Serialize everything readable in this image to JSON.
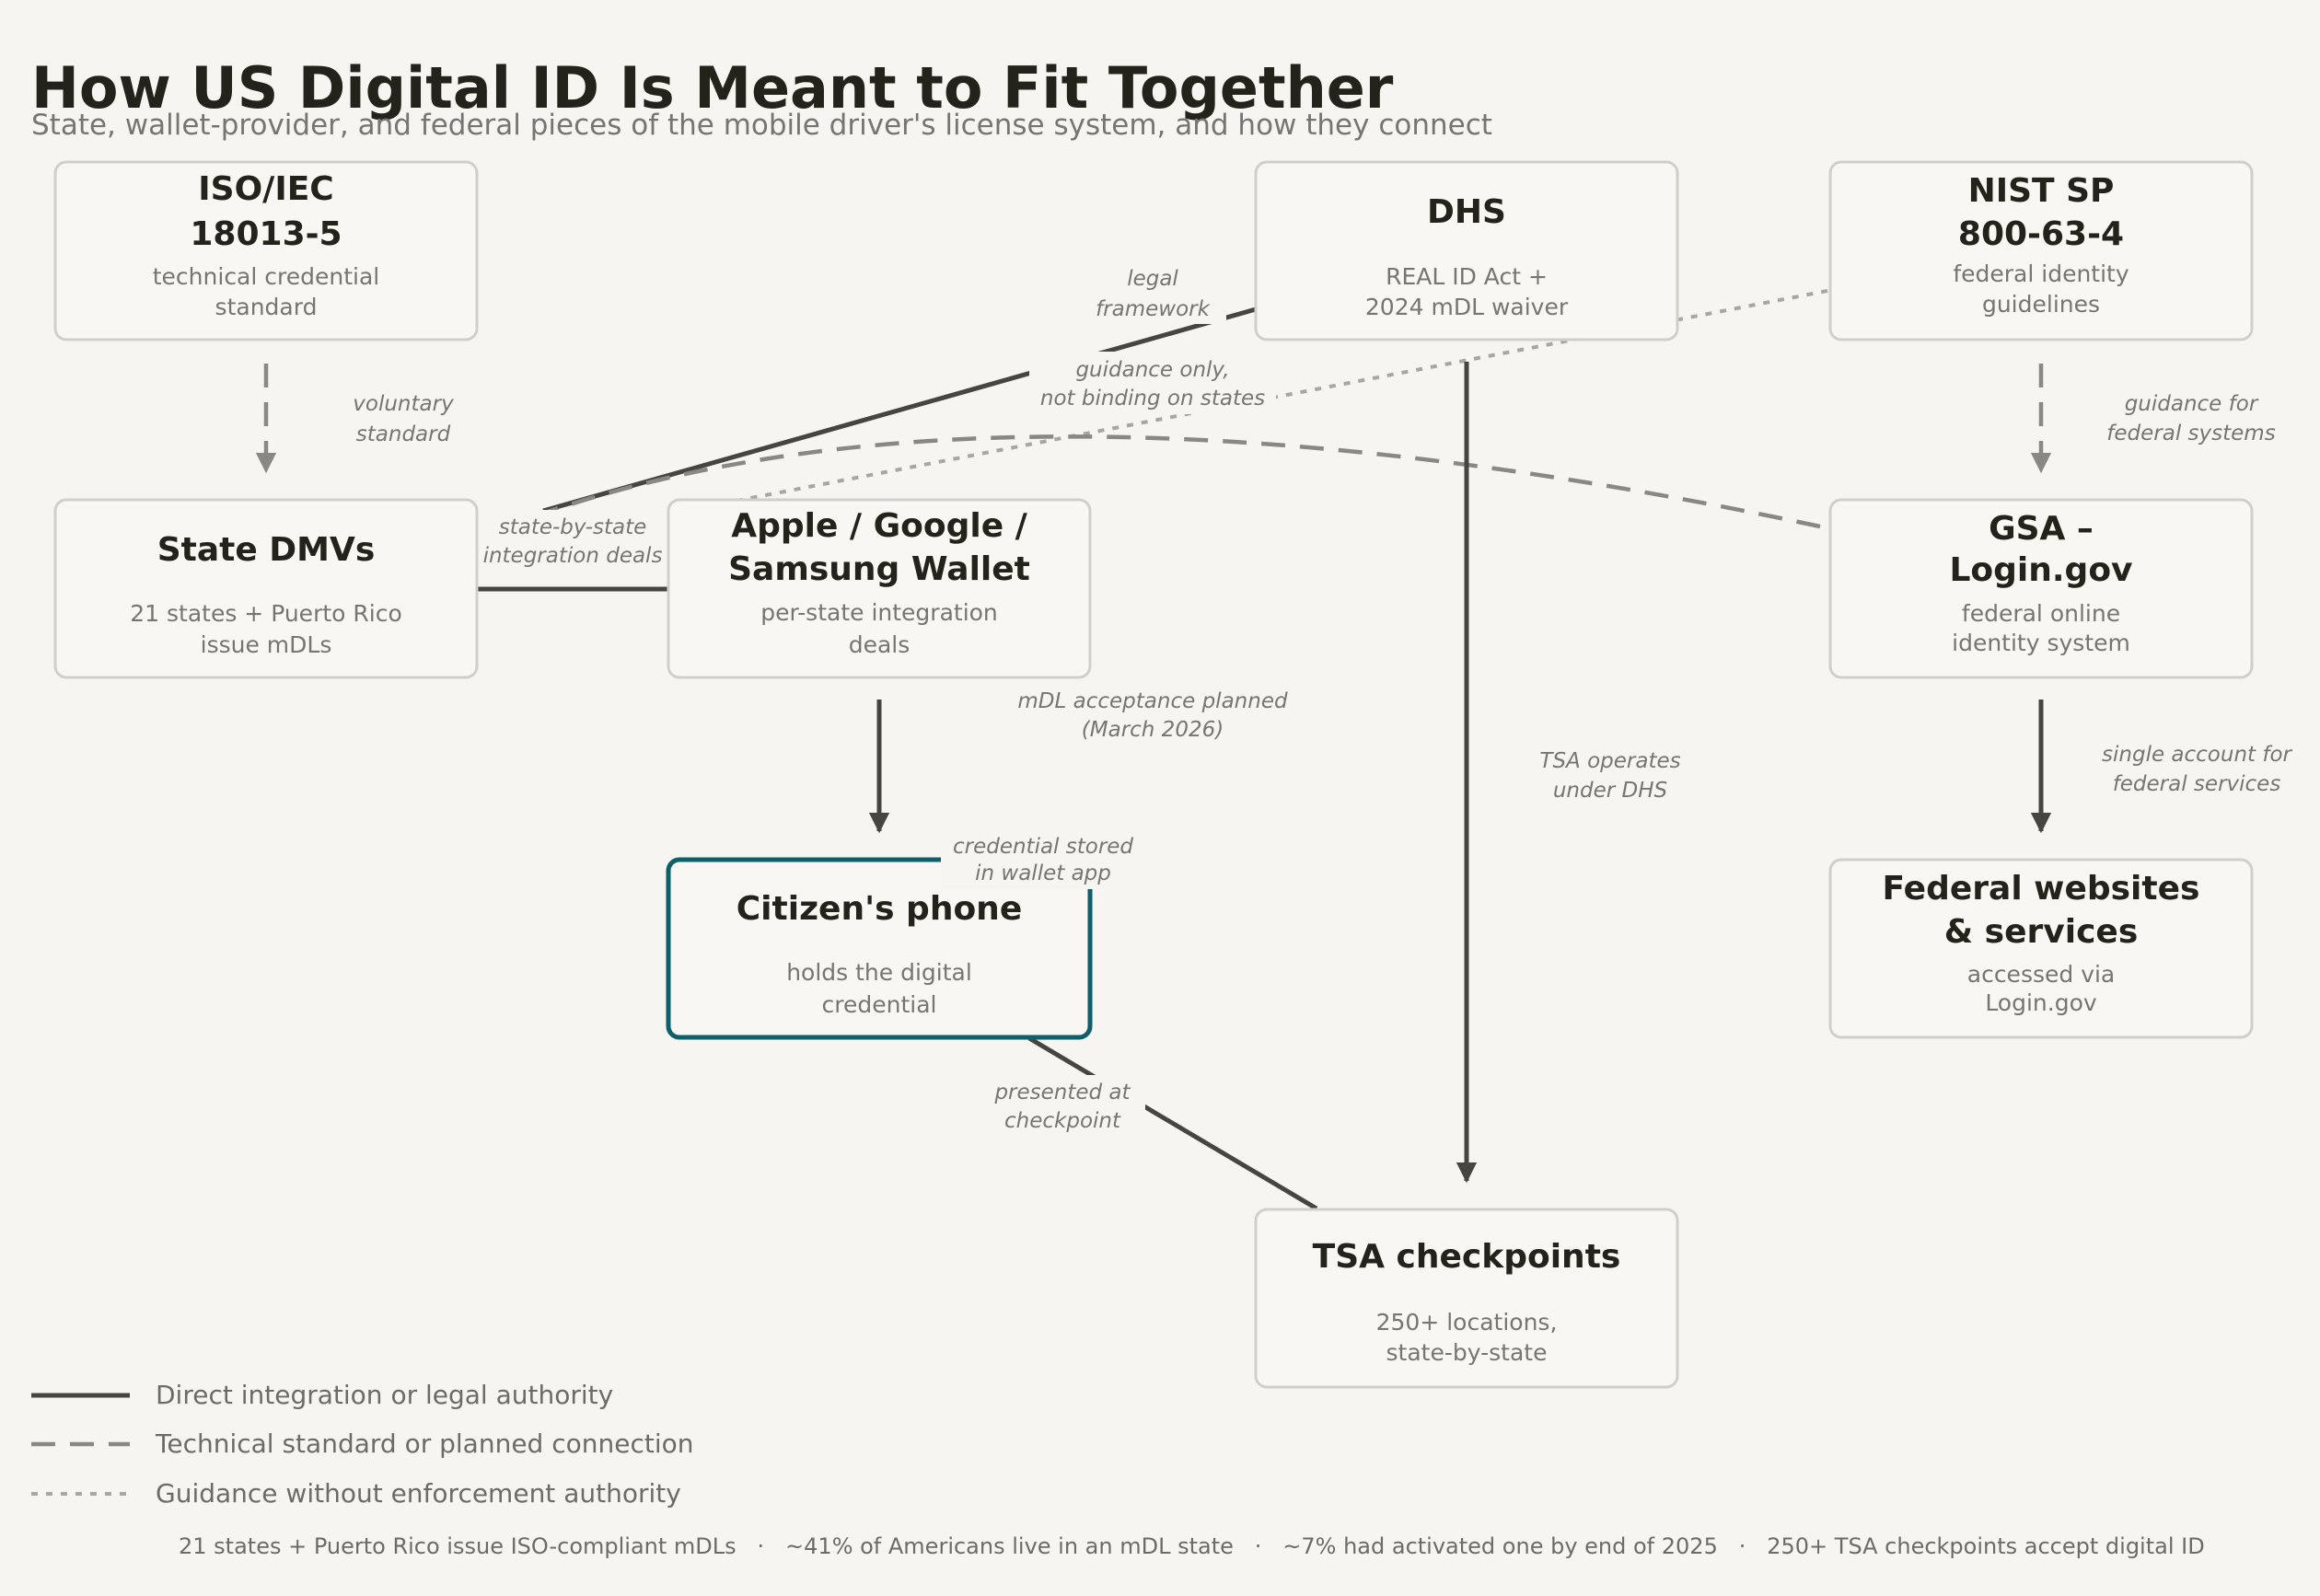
{
  "header": {
    "title": "How US Digital ID Is Meant to Fit Together",
    "subtitle": "State, wallet-provider, and federal pieces of the mobile driver's license system, and how they connect"
  },
  "nodes": {
    "iso": {
      "title": [
        "ISO/IEC",
        "18013-5"
      ],
      "sub": [
        "technical credential",
        "standard"
      ]
    },
    "dhs": {
      "title": [
        "DHS"
      ],
      "sub": [
        "REAL ID Act +",
        "2024 mDL waiver"
      ]
    },
    "nist": {
      "title": [
        "NIST SP",
        "800-63-4"
      ],
      "sub": [
        "federal identity",
        "guidelines"
      ]
    },
    "dmv": {
      "title": [
        "State DMVs"
      ],
      "sub": [
        "21 states + Puerto Rico",
        "issue mDLs"
      ]
    },
    "wallet": {
      "title": [
        "Apple / Google /",
        "Samsung Wallet"
      ],
      "sub": [
        "per-state integration",
        "deals"
      ]
    },
    "gsa": {
      "title": [
        "GSA –",
        "Login.gov"
      ],
      "sub": [
        "federal online",
        "identity system"
      ]
    },
    "phone": {
      "title": [
        "Citizen's phone"
      ],
      "sub": [
        "holds the digital",
        "credential"
      ]
    },
    "fed": {
      "title": [
        "Federal websites",
        "& services"
      ],
      "sub": [
        "accessed via",
        "Login.gov"
      ]
    },
    "tsa": {
      "title": [
        "TSA checkpoints"
      ],
      "sub": [
        "250+ locations,",
        "state-by-state"
      ]
    }
  },
  "edges": {
    "iso_dmv": [
      "voluntary",
      "standard"
    ],
    "dhs_dmv": [
      "legal",
      "framework"
    ],
    "nist_dmv": [
      "guidance only,",
      "not binding on states"
    ],
    "dmv_wallet": [
      "state-by-state",
      "integration deals"
    ],
    "gsa_dmv": [
      "mDL acceptance planned",
      "(March 2026)"
    ],
    "wallet_phone": [
      "credential stored",
      "in wallet app"
    ],
    "phone_tsa": [
      "presented at",
      "checkpoint"
    ],
    "dhs_tsa": [
      "TSA operates",
      "under DHS"
    ],
    "nist_gsa": [
      "guidance for",
      "federal systems"
    ],
    "gsa_fed": [
      "single account for",
      "federal services"
    ]
  },
  "legend": [
    {
      "style": "solid",
      "label": "Direct integration or legal authority"
    },
    {
      "style": "dash",
      "label": "Technical standard or planned connection"
    },
    {
      "style": "dot",
      "label": "Guidance without enforcement authority"
    }
  ],
  "footer": "21 states + Puerto Rico issue ISO-compliant mDLs   ·   ~41% of Americans live in an mDL state   ·   ~7% had activated one by end of 2025   ·   250+ TSA checkpoints accept digital ID",
  "colors": {
    "background": "#f6f5f1",
    "highlight": "#0f5f6a",
    "solid_edge": "#474542",
    "dashed_edge": "#8a8885",
    "dotted_edge": "#a8a6a3"
  }
}
